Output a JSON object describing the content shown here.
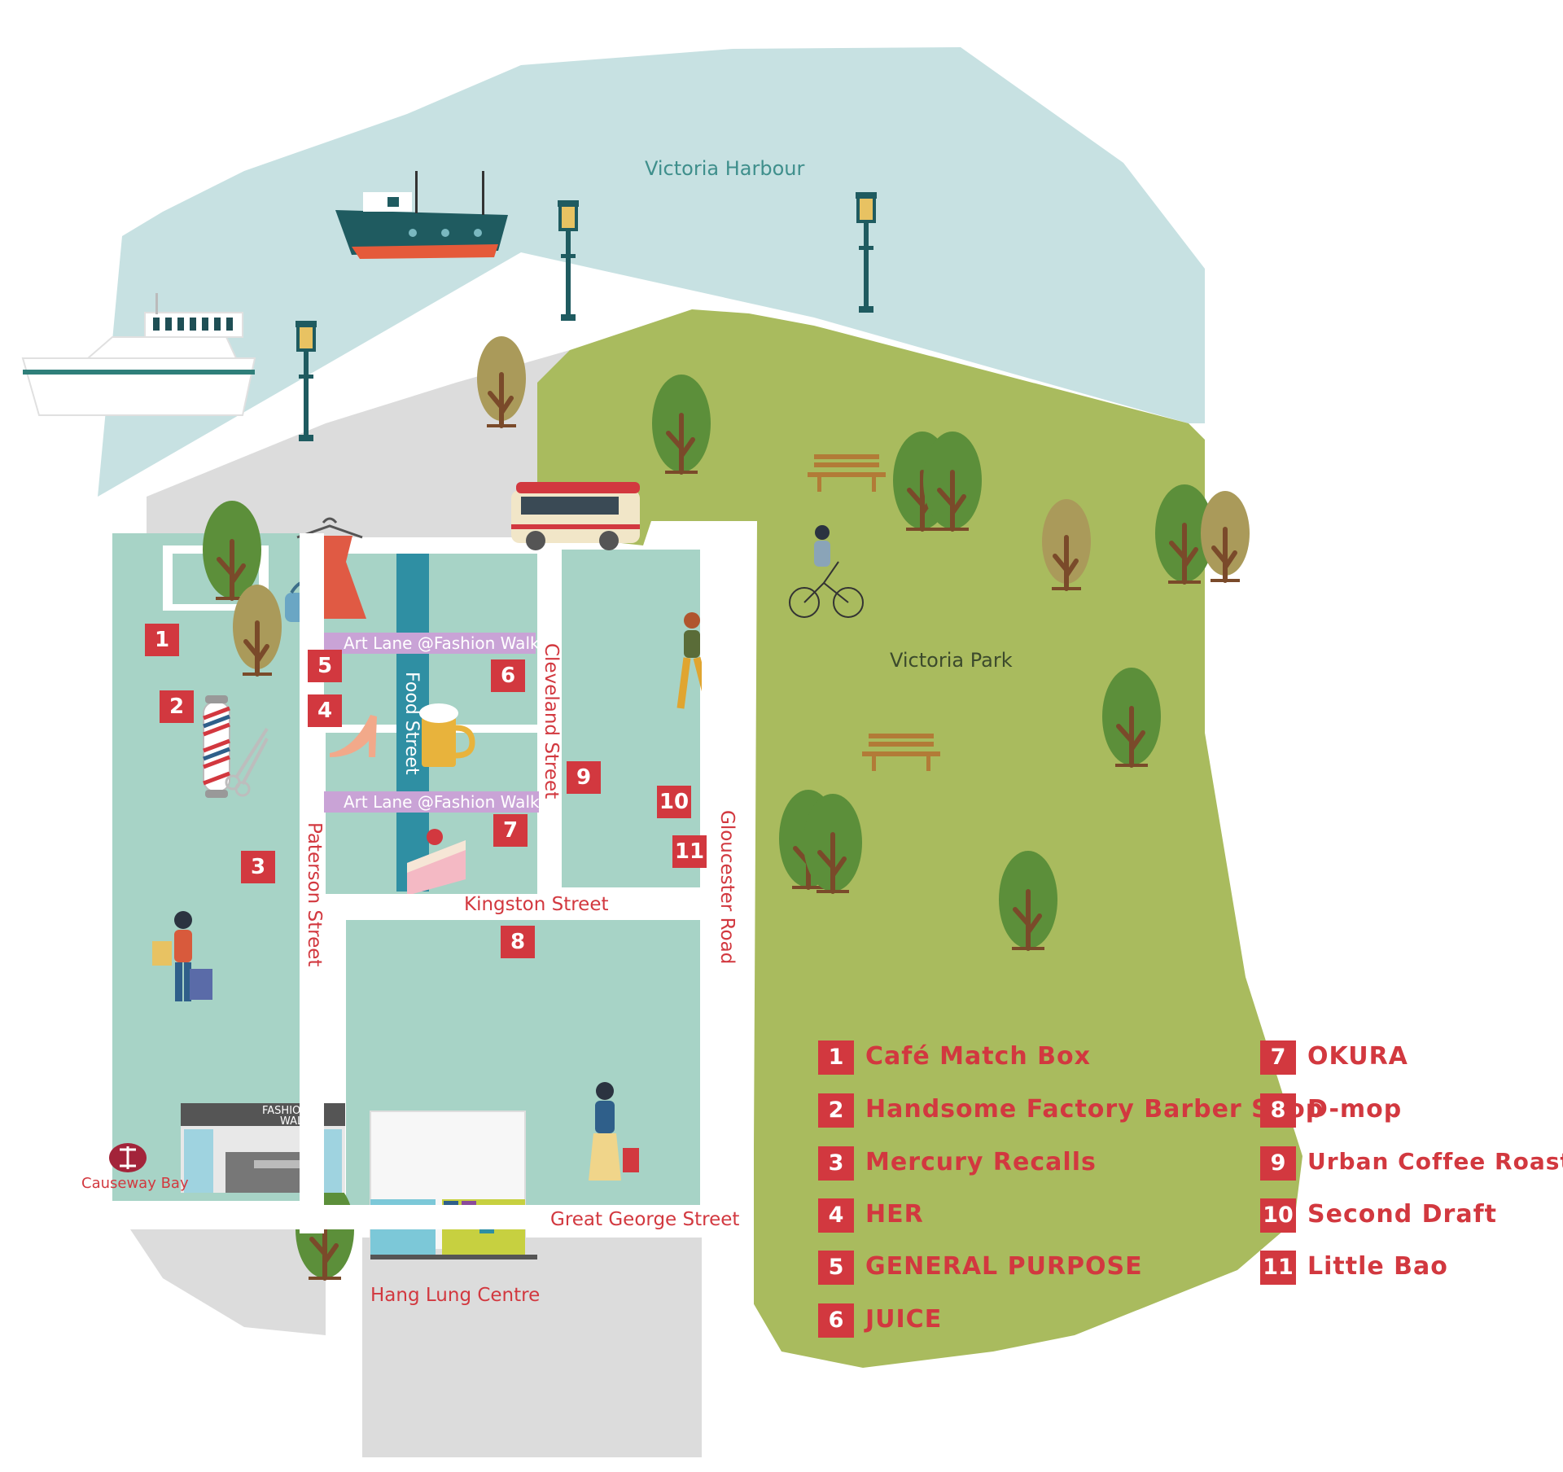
{
  "map": {
    "water_label": "Victoria Harbour",
    "park_label": "Victoria Park",
    "colors": {
      "water": "#c7e1e2",
      "park": "#a9bb5e",
      "block": "#a7d3c6",
      "road": "#ffffff",
      "plaza": "#dcdcdc",
      "accent": "#d2383f",
      "food_street": "#2f8fa3",
      "art_lane": "#c9a3d6"
    },
    "streets": {
      "paterson": "Paterson Street",
      "cleveland": "Cleveland Street",
      "gloucester": "Gloucester Road",
      "kingston": "Kingston Street",
      "great_george": "Great George Street",
      "food": "Food Street",
      "art_lane_1": "Art Lane @Fashion Walk",
      "art_lane_2": "Art Lane @Fashion Walk"
    },
    "landmarks": {
      "hang_lung": "Hang Lung Centre",
      "causeway_bay": "Causeway Bay",
      "fashion_walk_sign_1": "FASHION",
      "fashion_walk_sign_2": "WALK"
    },
    "map_markers": [
      "1",
      "2",
      "3",
      "4",
      "5",
      "6",
      "7",
      "8",
      "9",
      "10",
      "11"
    ],
    "icons": [
      "ferry-icon",
      "fishing-boat-icon",
      "lamp-post-icon",
      "tree-icon",
      "bench-icon",
      "minibus-icon",
      "cyclist-icon",
      "pedestrian-icon",
      "shopper-icon",
      "dress-icon",
      "handbag-icon",
      "high-heel-icon",
      "beer-mug-icon",
      "cake-icon",
      "barber-pole-icon",
      "scissors-icon",
      "mtr-logo-icon"
    ]
  },
  "legend": [
    {
      "num": "1",
      "name": "Café Match Box"
    },
    {
      "num": "2",
      "name": "Handsome Factory Barber Shop"
    },
    {
      "num": "3",
      "name": "Mercury Recalls"
    },
    {
      "num": "4",
      "name": "HER"
    },
    {
      "num": "5",
      "name": "GENERAL PURPOSE"
    },
    {
      "num": "6",
      "name": "JUICE"
    },
    {
      "num": "7",
      "name": "OKURA"
    },
    {
      "num": "8",
      "name": "D-mop"
    },
    {
      "num": "9",
      "name": "Urban Coffee Roaster"
    },
    {
      "num": "10",
      "name": "Second Draft"
    },
    {
      "num": "11",
      "name": "Little Bao"
    }
  ]
}
